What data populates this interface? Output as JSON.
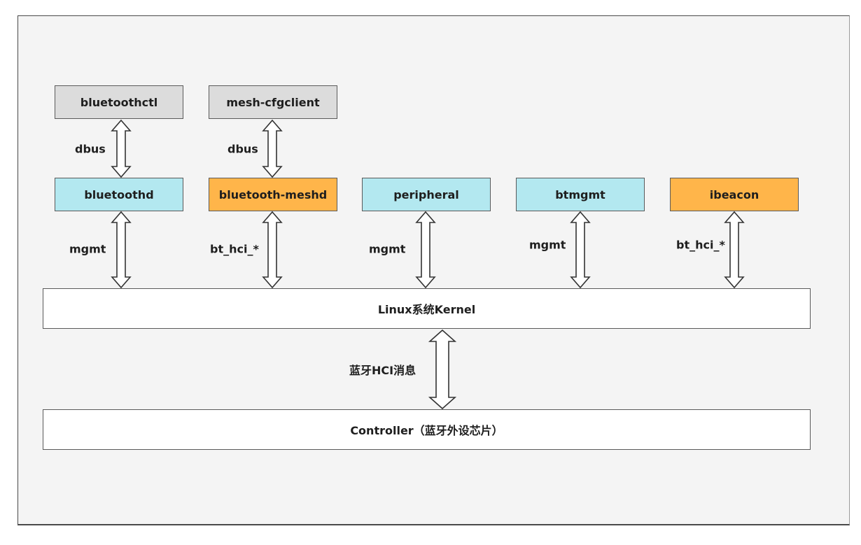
{
  "nodes": {
    "bluetoothctl": "bluetoothctl",
    "mesh_cfgclient": "mesh-cfgclient",
    "bluetoothd": "bluetoothd",
    "bluetooth_meshd": "bluetooth-meshd",
    "peripheral": "peripheral",
    "btmgmt": "btmgmt",
    "ibeacon": "ibeacon",
    "kernel": "Linux系统Kernel",
    "controller": "Controller（蓝牙外设芯片）"
  },
  "edges": {
    "ctl_dbus": "dbus",
    "cfg_dbus": "dbus",
    "bluetoothd_mgmt": "mgmt",
    "meshd_hci": "bt_hci_*",
    "peripheral_mgmt": "mgmt",
    "btmgmt_mgmt": "mgmt",
    "ibeacon_hci": "bt_hci_*",
    "hci_msg": "蓝牙HCI消息"
  },
  "colors": {
    "tool_box": "#dcdcdc",
    "daemon_box": "#b3e8f0",
    "mesh_box": "#ffb54a",
    "layer_box": "#ffffff"
  }
}
